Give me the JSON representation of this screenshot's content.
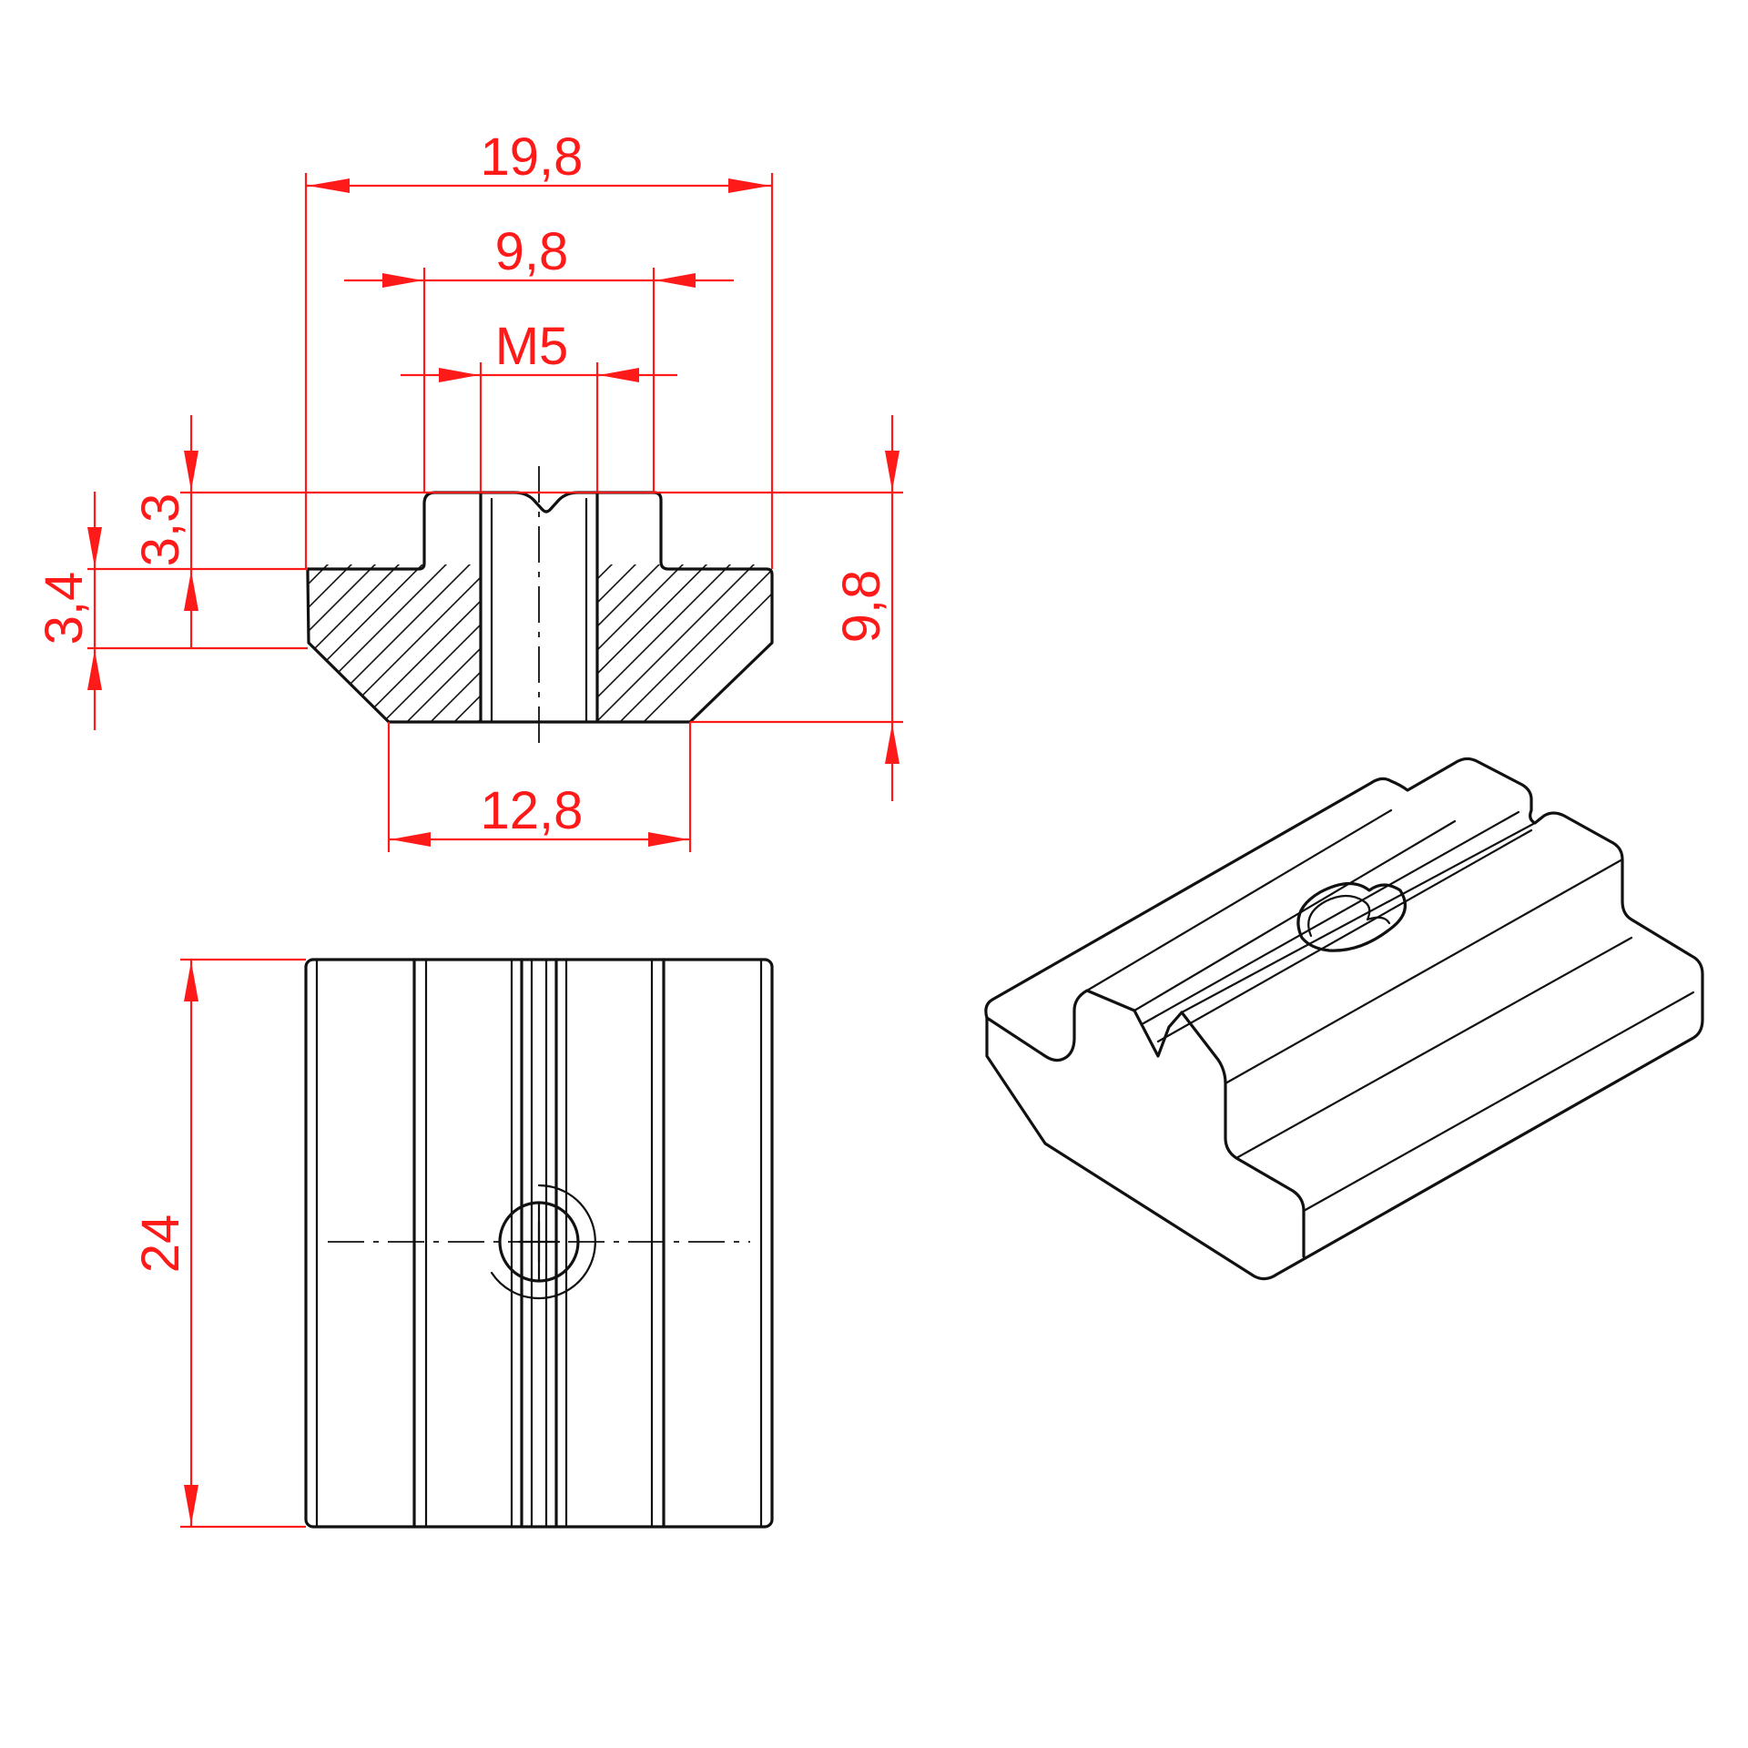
{
  "dimensions": {
    "overall_width": "19,8",
    "neck_width": "9,8",
    "thread": "M5",
    "neck_height": "3,3",
    "flange_height": "3,4",
    "total_height": "9,8",
    "bottom_width": "12,8",
    "length": "24"
  },
  "colors": {
    "dimension": "#ff1a1a",
    "outline": "#111111",
    "background": "#ffffff"
  }
}
